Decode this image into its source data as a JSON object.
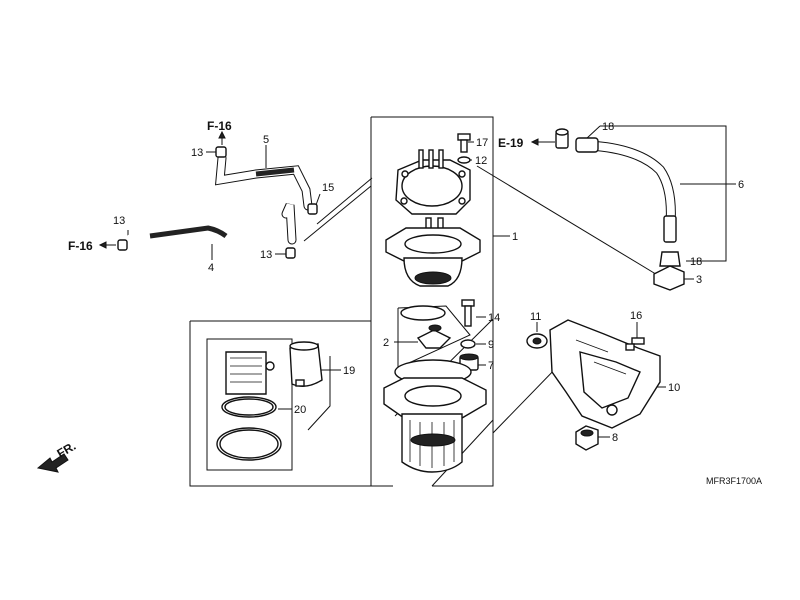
{
  "diagram": {
    "part_code": "MFR3F1700A",
    "front_label": "FR.",
    "refs": {
      "f16_top": "F-16",
      "f16_left": "F-16",
      "e19": "E-19"
    },
    "callouts": {
      "c1": "1",
      "c2": "2",
      "c3": "3",
      "c4": "4",
      "c5": "5",
      "c6": "6",
      "c7": "7",
      "c8": "8",
      "c9": "9",
      "c10": "10",
      "c11": "11",
      "c12": "12",
      "c13a": "13",
      "c13b": "13",
      "c13c": "13",
      "c14": "14",
      "c15": "15",
      "c16": "16",
      "c17": "17",
      "c18a": "18",
      "c18b": "18",
      "c19": "19",
      "c20": "20"
    }
  }
}
